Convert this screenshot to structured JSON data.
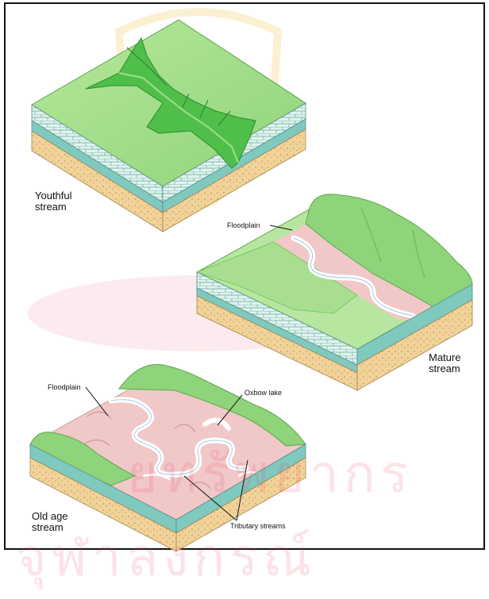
{
  "labels": {
    "youthful_line1": "Youthful",
    "youthful_line2": "stream",
    "mature_line1": "Mature",
    "mature_line2": "stream",
    "oldage_line1": "Old age",
    "oldage_line2": "stream",
    "floodplain_mature": "Floodplain",
    "floodplain_old": "Floodplain",
    "oxbow_lake": "Oxbow lake",
    "tributary_streams": "Tributary streams"
  },
  "watermark": {
    "line1": "ยทรัพยากร",
    "line2": "จุฬาลงกรณ์"
  },
  "colors": {
    "grass": "#9fdb86",
    "grass_light": "#c8eeb0",
    "grass_dark": "#6cc25a",
    "rock_layer": "#bfe6dc",
    "teal_layer": "#7fc9be",
    "sand_layer": "#f1d39a",
    "floodplain": "#f0c8c8",
    "river": "#ffffff",
    "watermark": "#eb3c5a"
  }
}
